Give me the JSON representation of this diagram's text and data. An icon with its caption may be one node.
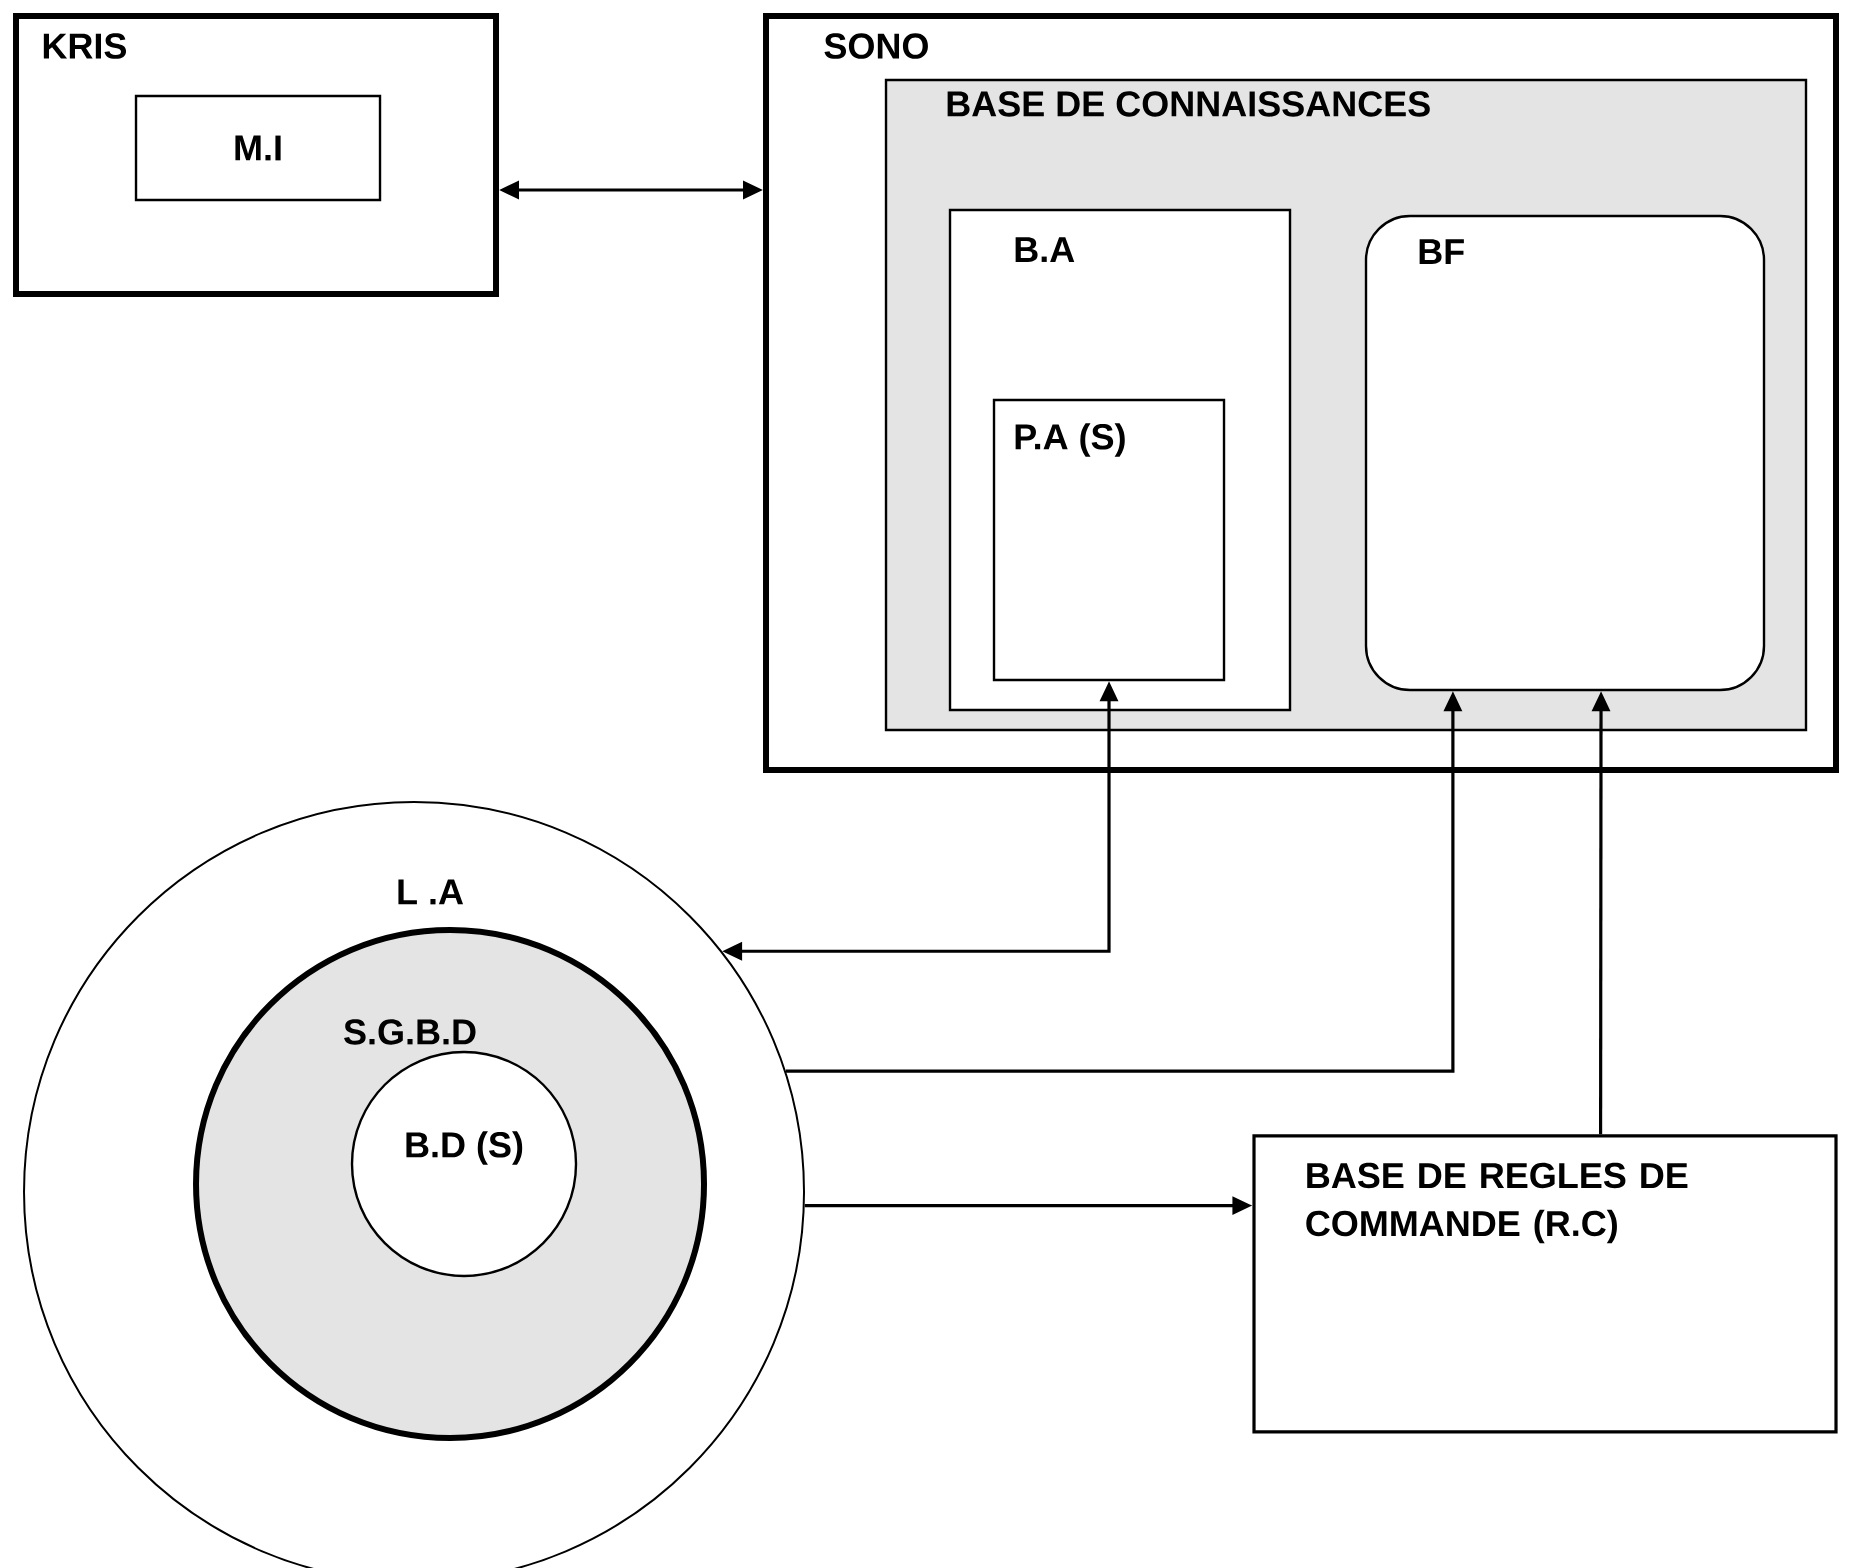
{
  "diagram": {
    "nodes": [
      {
        "text": [
          "KRIS"
        ]
      },
      {
        "text": [
          "M.I"
        ],
        "in": 0
      },
      {
        "text": [
          "SONO"
        ]
      },
      {
        "text": [
          "BASE DE CONNAISSANCES"
        ],
        "in": 2
      },
      {
        "text": [
          "B.A"
        ],
        "in": 3
      },
      {
        "text": [
          "P.A (S)"
        ],
        "in": 4
      },
      {
        "text": [
          "BF"
        ],
        "in": 3
      },
      {
        "text": [
          "L .A"
        ]
      },
      {
        "text": [
          "S.G.B.D"
        ],
        "in": 7
      },
      {
        "text": [
          "B.D (S)"
        ],
        "in": 8
      },
      {
        "text": [
          "BASE DE REGLES DE COMMANDE (R.C)"
        ]
      }
    ],
    "edges": [
      {
        "from": 0,
        "to": 2,
        "arrow": "both"
      },
      {
        "from": 5,
        "to": 7,
        "arrow": "both"
      },
      {
        "from": 7,
        "to": 6,
        "arrow": "to"
      },
      {
        "from": 10,
        "to": 6,
        "arrow": "to"
      },
      {
        "from": 7,
        "to": 10,
        "arrow": "to"
      }
    ]
  }
}
